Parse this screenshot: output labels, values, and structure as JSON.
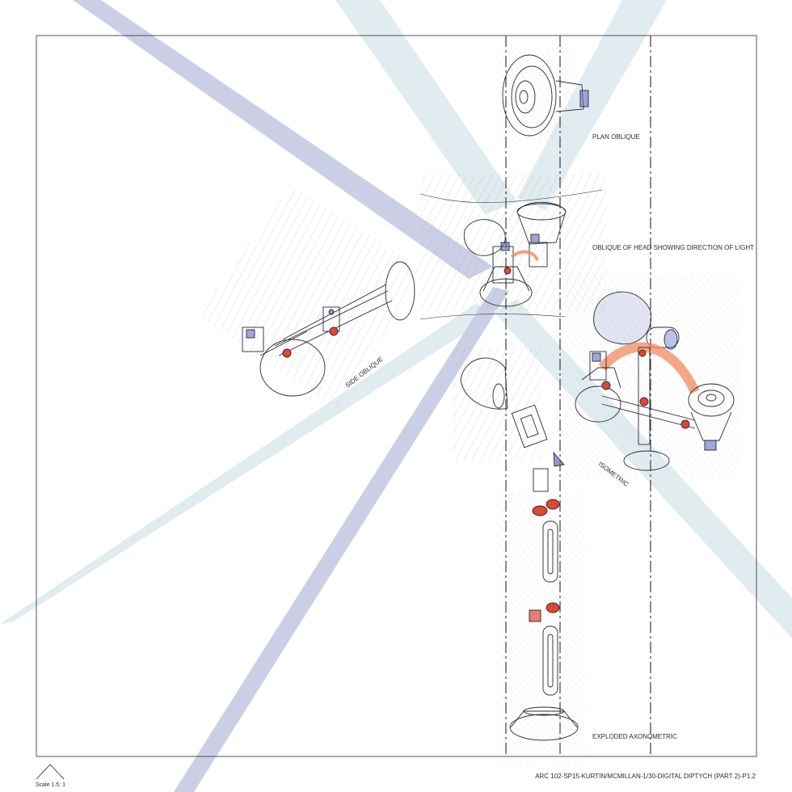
{
  "labels": {
    "plan_oblique": "PLAN OBLIQUE",
    "head_oblique": "OBLIQUE OF HEAD SHOWING DIRECTION OF LIGHT",
    "side_oblique": "SIDE OBLIQUE",
    "isometric": "ISOMETRIC",
    "exploded": "EXPLODED AXONOMETRIC"
  },
  "footer": "ARC 102-SP15-KURTIN/MCMILLAN-1/30-DIGITAL DIPTYCH (PART 2)-P1.2",
  "scale": "Scale 1.5: 1",
  "colors": {
    "beam_blue": "#9fa8d0",
    "beam_light": "#c9dde6",
    "joint_red": "#e0472f",
    "arc_orange": "#f08a60",
    "cube_blue": "#5b6fc2",
    "line": "#2b2b2b"
  }
}
